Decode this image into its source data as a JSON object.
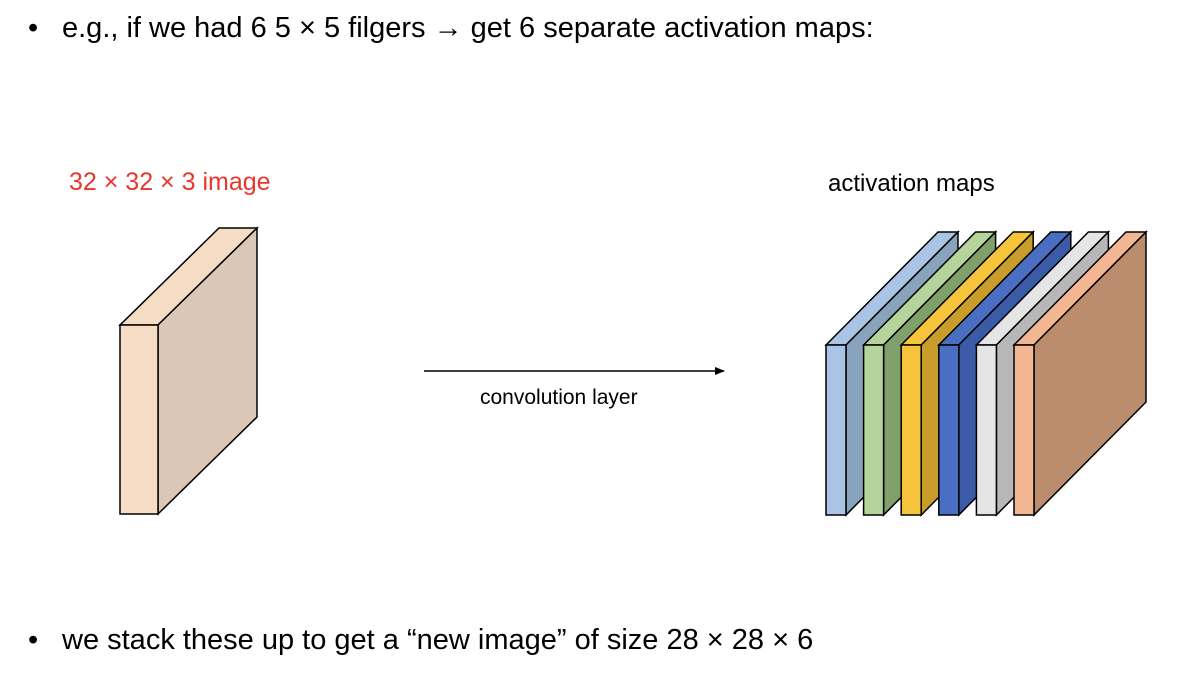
{
  "bullets": [
    {
      "marker": "•",
      "text": "e.g., if we had 6 5 × 5 filgers → get 6 separate activation maps:"
    },
    {
      "marker": "•",
      "text": "we stack these up to get a “new image” of size 28 × 28 × 6"
    }
  ],
  "input_label": "32 × 32 × 3 image",
  "conv_label": "convolution layer",
  "maps_label": "activation maps",
  "colors": {
    "input_label": "#e8372c",
    "input_front": "#f5dcc5",
    "input_side": "#dcc7b6",
    "maps": [
      {
        "front": "#a9c4e4",
        "side": "#8aa3bd"
      },
      {
        "front": "#b5d49b",
        "side": "#7f9f6b"
      },
      {
        "front": "#f5c43a",
        "side": "#c99d2b"
      },
      {
        "front": "#4a6ec2",
        "side": "#3b5ba8"
      },
      {
        "front": "#e5e5e5",
        "side": "#b7b7b7"
      },
      {
        "front": "#f2b792",
        "side": "#bb8d6d"
      }
    ]
  }
}
